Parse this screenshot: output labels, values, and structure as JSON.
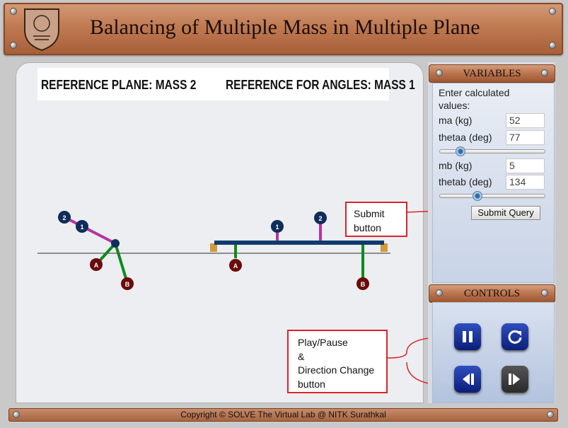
{
  "header": {
    "title": "Balancing of Multiple Mass in Multiple Plane"
  },
  "stage": {
    "reference_plane": "REFERENCE PLANE: MASS 2",
    "reference_angles": "REFERENCE FOR ANGLES: MASS 1",
    "labels": {
      "mass1": "1",
      "mass2": "2",
      "massA": "A",
      "massB": "B"
    }
  },
  "variables": {
    "heading": "VARIABLES",
    "instruction_line1": "Enter calculated",
    "instruction_line2": "values:",
    "ma_label": "ma (kg)",
    "ma_value": "52",
    "thetaa_label": "thetaa (deg)",
    "thetaa_value": "77",
    "thetaa_slider_fraction": 0.2,
    "mb_label": "mb (kg)",
    "mb_value": "5",
    "thetab_label": "thetab (deg)",
    "thetab_value": "134",
    "thetab_slider_fraction": 0.36,
    "submit_label": "Submit Query"
  },
  "controls": {
    "heading": "CONTROLS",
    "buttons": [
      "pause-icon",
      "reload-icon",
      "step-back-icon",
      "step-forward-icon"
    ]
  },
  "annotations": {
    "submit_line1": "Submit",
    "submit_line2": "button",
    "playpause_line1": "Play/Pause",
    "playpause_line2": "&",
    "playpause_line3": "Direction Change",
    "playpause_line4": "button"
  },
  "footer": {
    "text": "Copyright © SOLVE The Virtual Lab @ NITK Surathkal"
  },
  "colors": {
    "header_brown": "#b7704a",
    "panel_blue": "#c8d3e6",
    "mass_dark_blue": "#0f2d5a",
    "mass_dark_red": "#6b0a0a",
    "shaft_blue": "#0f3a6e",
    "arm_magenta": "#b5359e",
    "arm_green": "#0f8a1c",
    "bearing_gold": "#d29a3a",
    "annotation_red": "#d9252b"
  }
}
